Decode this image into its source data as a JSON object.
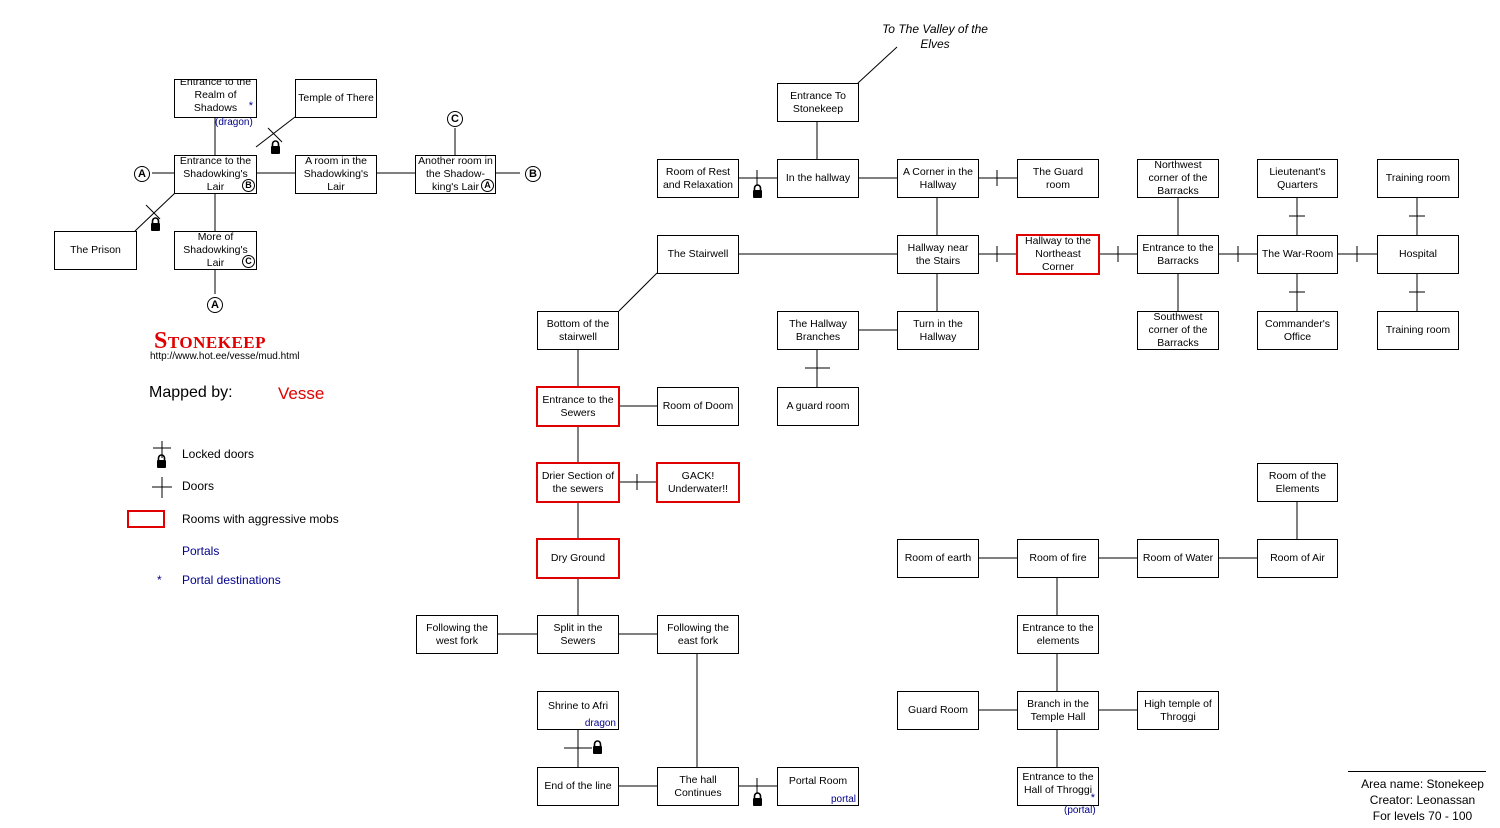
{
  "title": "Stonekeep",
  "url": "http://www.hot.ee/vesse/mud.html",
  "mapped_by_label": "Mapped by:",
  "author": "Vesse",
  "valley_exit": "To The Valley of the Elves",
  "markers": {
    "a": "A",
    "b": "B",
    "c": "C"
  },
  "legend": {
    "locked": "Locked doors",
    "doors": "Doors",
    "aggressive": "Rooms with aggressive mobs",
    "portals": "Portals",
    "portal_dest_symbol": "*",
    "portal_dest": "Portal destinations"
  },
  "area_info": {
    "name": "Area name: Stonekeep",
    "creator": "Creator: Leonassan",
    "levels": "For levels 70 - 100"
  },
  "colors": {
    "aggressive": "#e00000",
    "portal": "#00008b"
  },
  "rooms": {
    "entrance_realm": "Entrance to the Realm of Shadows",
    "entrance_realm_note": "(dragon)",
    "temple_there": "Temple of There",
    "entrance_lair": "Entrance to the Shadowking's Lair",
    "room_lair": "A room in the Shadowking's Lair",
    "another_room": "Another room in the Shadow-king's Lair",
    "prison": "The Prison",
    "more_lair": "More of Shadowking's Lair",
    "entrance_stonekeep": "Entrance To Stonekeep",
    "rest": "Room of Rest and Relaxation",
    "in_hallway": "In the hallway",
    "corner_hallway": "A Corner in the Hallway",
    "guard_room": "The Guard room",
    "stairwell": "The Stairwell",
    "hallway_stairs": "Hallway near the Stairs",
    "hallway_ne": "Hallway to the Northeast Corner",
    "nw_barracks": "Northwest corner of the Barracks",
    "entrance_barracks": "Entrance to the Barracks",
    "sw_barracks": "Southwest corner of the Barracks",
    "lieutenant": "Lieutenant's Quarters",
    "war_room": "The War-Room",
    "commander": "Commander's Office",
    "training1": "Training room",
    "hospital": "Hospital",
    "training2": "Training room",
    "bottom_stairwell": "Bottom of the stairwell",
    "hallway_branches": "The Hallway Branches",
    "turn_hallway": "Turn in the Hallway",
    "a_guard_room": "A guard room",
    "entrance_sewers": "Entrance to the Sewers",
    "room_doom": "Room of Doom",
    "drier_section": "Drier Section of the sewers",
    "gack": "GACK! Underwater!!",
    "dry_ground": "Dry Ground",
    "west_fork": "Following the west fork",
    "split_sewers": "Split in the Sewers",
    "east_fork": "Following the east fork",
    "shrine_afri": "Shrine to Afri",
    "shrine_note": "dragon",
    "end_line": "End of the line",
    "hall_continues": "The hall Continues",
    "portal_room": "Portal Room",
    "portal_note": "portal",
    "room_elements": "Room of the Elements",
    "room_earth": "Room of earth",
    "room_fire": "Room of fire",
    "room_water": "Room of Water",
    "room_air": "Room of Air",
    "entrance_elements": "Entrance to the elements",
    "guard_room2": "Guard Room",
    "branch_temple": "Branch in the Temple Hall",
    "high_temple": "High temple of Throggi",
    "entrance_throggi": "Entrance to the Hall of Throggi",
    "throggi_note": "(portal)"
  }
}
